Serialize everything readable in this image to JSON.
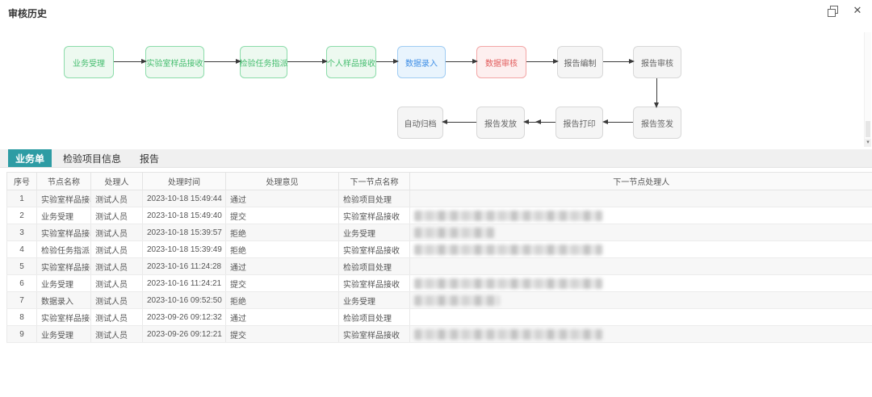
{
  "window": {
    "title": "审核历史"
  },
  "icons": {
    "close": "✕",
    "scroll_down": "▾"
  },
  "colors": {
    "tab_active_bg": "#2e9ca4",
    "node_green": "#44bd6e",
    "node_blue": "#3e8ee6",
    "node_red": "#e25b5b",
    "node_gray": "#636363"
  },
  "flow": {
    "row1": [
      {
        "label": "业务受理",
        "type": "green"
      },
      {
        "label": "实验室样品接收",
        "type": "green"
      },
      {
        "label": "检验任务指派",
        "type": "green"
      },
      {
        "label": "个人样品接收",
        "type": "green"
      },
      {
        "label": "数据录入",
        "type": "blue"
      },
      {
        "label": "数据审核",
        "type": "red"
      },
      {
        "label": "报告编制",
        "type": "gray"
      },
      {
        "label": "报告审核",
        "type": "gray"
      }
    ],
    "row2": [
      {
        "label": "自动归档",
        "type": "gray"
      },
      {
        "label": "报告发放",
        "type": "gray"
      },
      {
        "label": "报告打印",
        "type": "gray"
      },
      {
        "label": "报告签发",
        "type": "gray"
      }
    ]
  },
  "tabs": [
    {
      "label": "业务单",
      "active": true
    },
    {
      "label": "检验项目信息",
      "active": false
    },
    {
      "label": "报告",
      "active": false
    }
  ],
  "table": {
    "columns": [
      "序号",
      "节点名称",
      "处理人",
      "处理时间",
      "处理意见",
      "下一节点名称",
      "下一节点处理人"
    ],
    "column_keys": [
      "no",
      "node",
      "handler",
      "time",
      "opinion",
      "next_node",
      "next_handler"
    ],
    "rows": [
      {
        "no": "1",
        "node": "实验室样品接收",
        "handler": "测试人员",
        "time": "2023-10-18 15:49:44",
        "opinion": "通过",
        "next_node": "检验项目处理",
        "next_handler_blur": "none"
      },
      {
        "no": "2",
        "node": "业务受理",
        "handler": "测试人员",
        "time": "2023-10-18 15:49:40",
        "opinion": "提交",
        "next_node": "实验室样品接收",
        "next_handler_blur": "long"
      },
      {
        "no": "3",
        "node": "实验室样品接收",
        "handler": "测试人员",
        "time": "2023-10-18 15:39:57",
        "opinion": "拒绝",
        "next_node": "业务受理",
        "next_handler_blur": "short"
      },
      {
        "no": "4",
        "node": "检验任务指派",
        "handler": "测试人员",
        "time": "2023-10-18 15:39:49",
        "opinion": "拒绝",
        "next_node": "实验室样品接收",
        "next_handler_blur": "long"
      },
      {
        "no": "5",
        "node": "实验室样品接收",
        "handler": "测试人员",
        "time": "2023-10-16 11:24:28",
        "opinion": "通过",
        "next_node": "检验项目处理",
        "next_handler_blur": "none"
      },
      {
        "no": "6",
        "node": "业务受理",
        "handler": "测试人员",
        "time": "2023-10-16 11:24:21",
        "opinion": "提交",
        "next_node": "实验室样品接收",
        "next_handler_blur": "long"
      },
      {
        "no": "7",
        "node": "数据录入",
        "handler": "测试人员",
        "time": "2023-10-16 09:52:50",
        "opinion": "拒绝",
        "next_node": "业务受理",
        "next_handler_blur": "medium"
      },
      {
        "no": "8",
        "node": "实验室样品接收",
        "handler": "测试人员",
        "time": "2023-09-26 09:12:32",
        "opinion": "通过",
        "next_node": "检验项目处理",
        "next_handler_blur": "none"
      },
      {
        "no": "9",
        "node": "业务受理",
        "handler": "测试人员",
        "time": "2023-09-26 09:12:21",
        "opinion": "提交",
        "next_node": "实验室样品接收",
        "next_handler_blur": "long"
      }
    ]
  }
}
